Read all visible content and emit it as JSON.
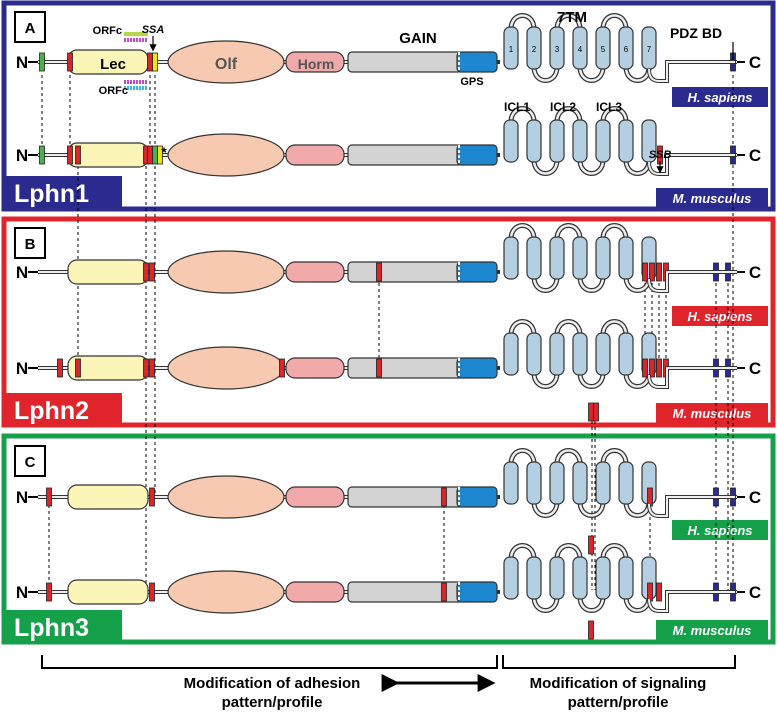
{
  "panels": [
    {
      "letter": "A",
      "name": "Lphn1",
      "color": "#2b2a8f",
      "species": [
        "H. sapiens",
        "M. musculus"
      ]
    },
    {
      "letter": "B",
      "name": "Lphn2",
      "color": "#e0242c",
      "species": [
        "H. sapiens",
        "M. musculus"
      ]
    },
    {
      "letter": "C",
      "name": "Lphn3",
      "color": "#14a14a",
      "species": [
        "H. sapiens",
        "M. musculus"
      ]
    }
  ],
  "labels": {
    "n": "N",
    "c": "C",
    "lec": "Lec",
    "olf": "Olf",
    "horm": "Horm",
    "gain": "GAIN",
    "gps": "GPS",
    "tm7": "7TM",
    "pdz": "PDZ BD",
    "orfc_top": "ORFc",
    "orfc_bottom": "ORFc",
    "ssa": "SSA",
    "ssb": "SSB",
    "star": "*",
    "icl1": "ICL1",
    "icl2": "ICL2",
    "icl3": "ICL3",
    "tm": [
      "1",
      "2",
      "3",
      "4",
      "5",
      "6",
      "7"
    ]
  },
  "footer": {
    "left_line1": "Modification of adhesion",
    "left_line2": "pattern/profile",
    "right_line1": "Modification of signaling",
    "right_line2": "pattern/profile"
  },
  "colors": {
    "lec": "#fbf5b8",
    "olf": "#f7c9b0",
    "horm": "#f1a9a9",
    "gain": "#d3d3d3",
    "gps": "#1c87cf",
    "tm": "#b5cfe2",
    "exon": "#d9252c",
    "green_exon": "#4caf50",
    "yellow_exon": "#f5e11b",
    "blue_exon": "#2b2a8f"
  }
}
